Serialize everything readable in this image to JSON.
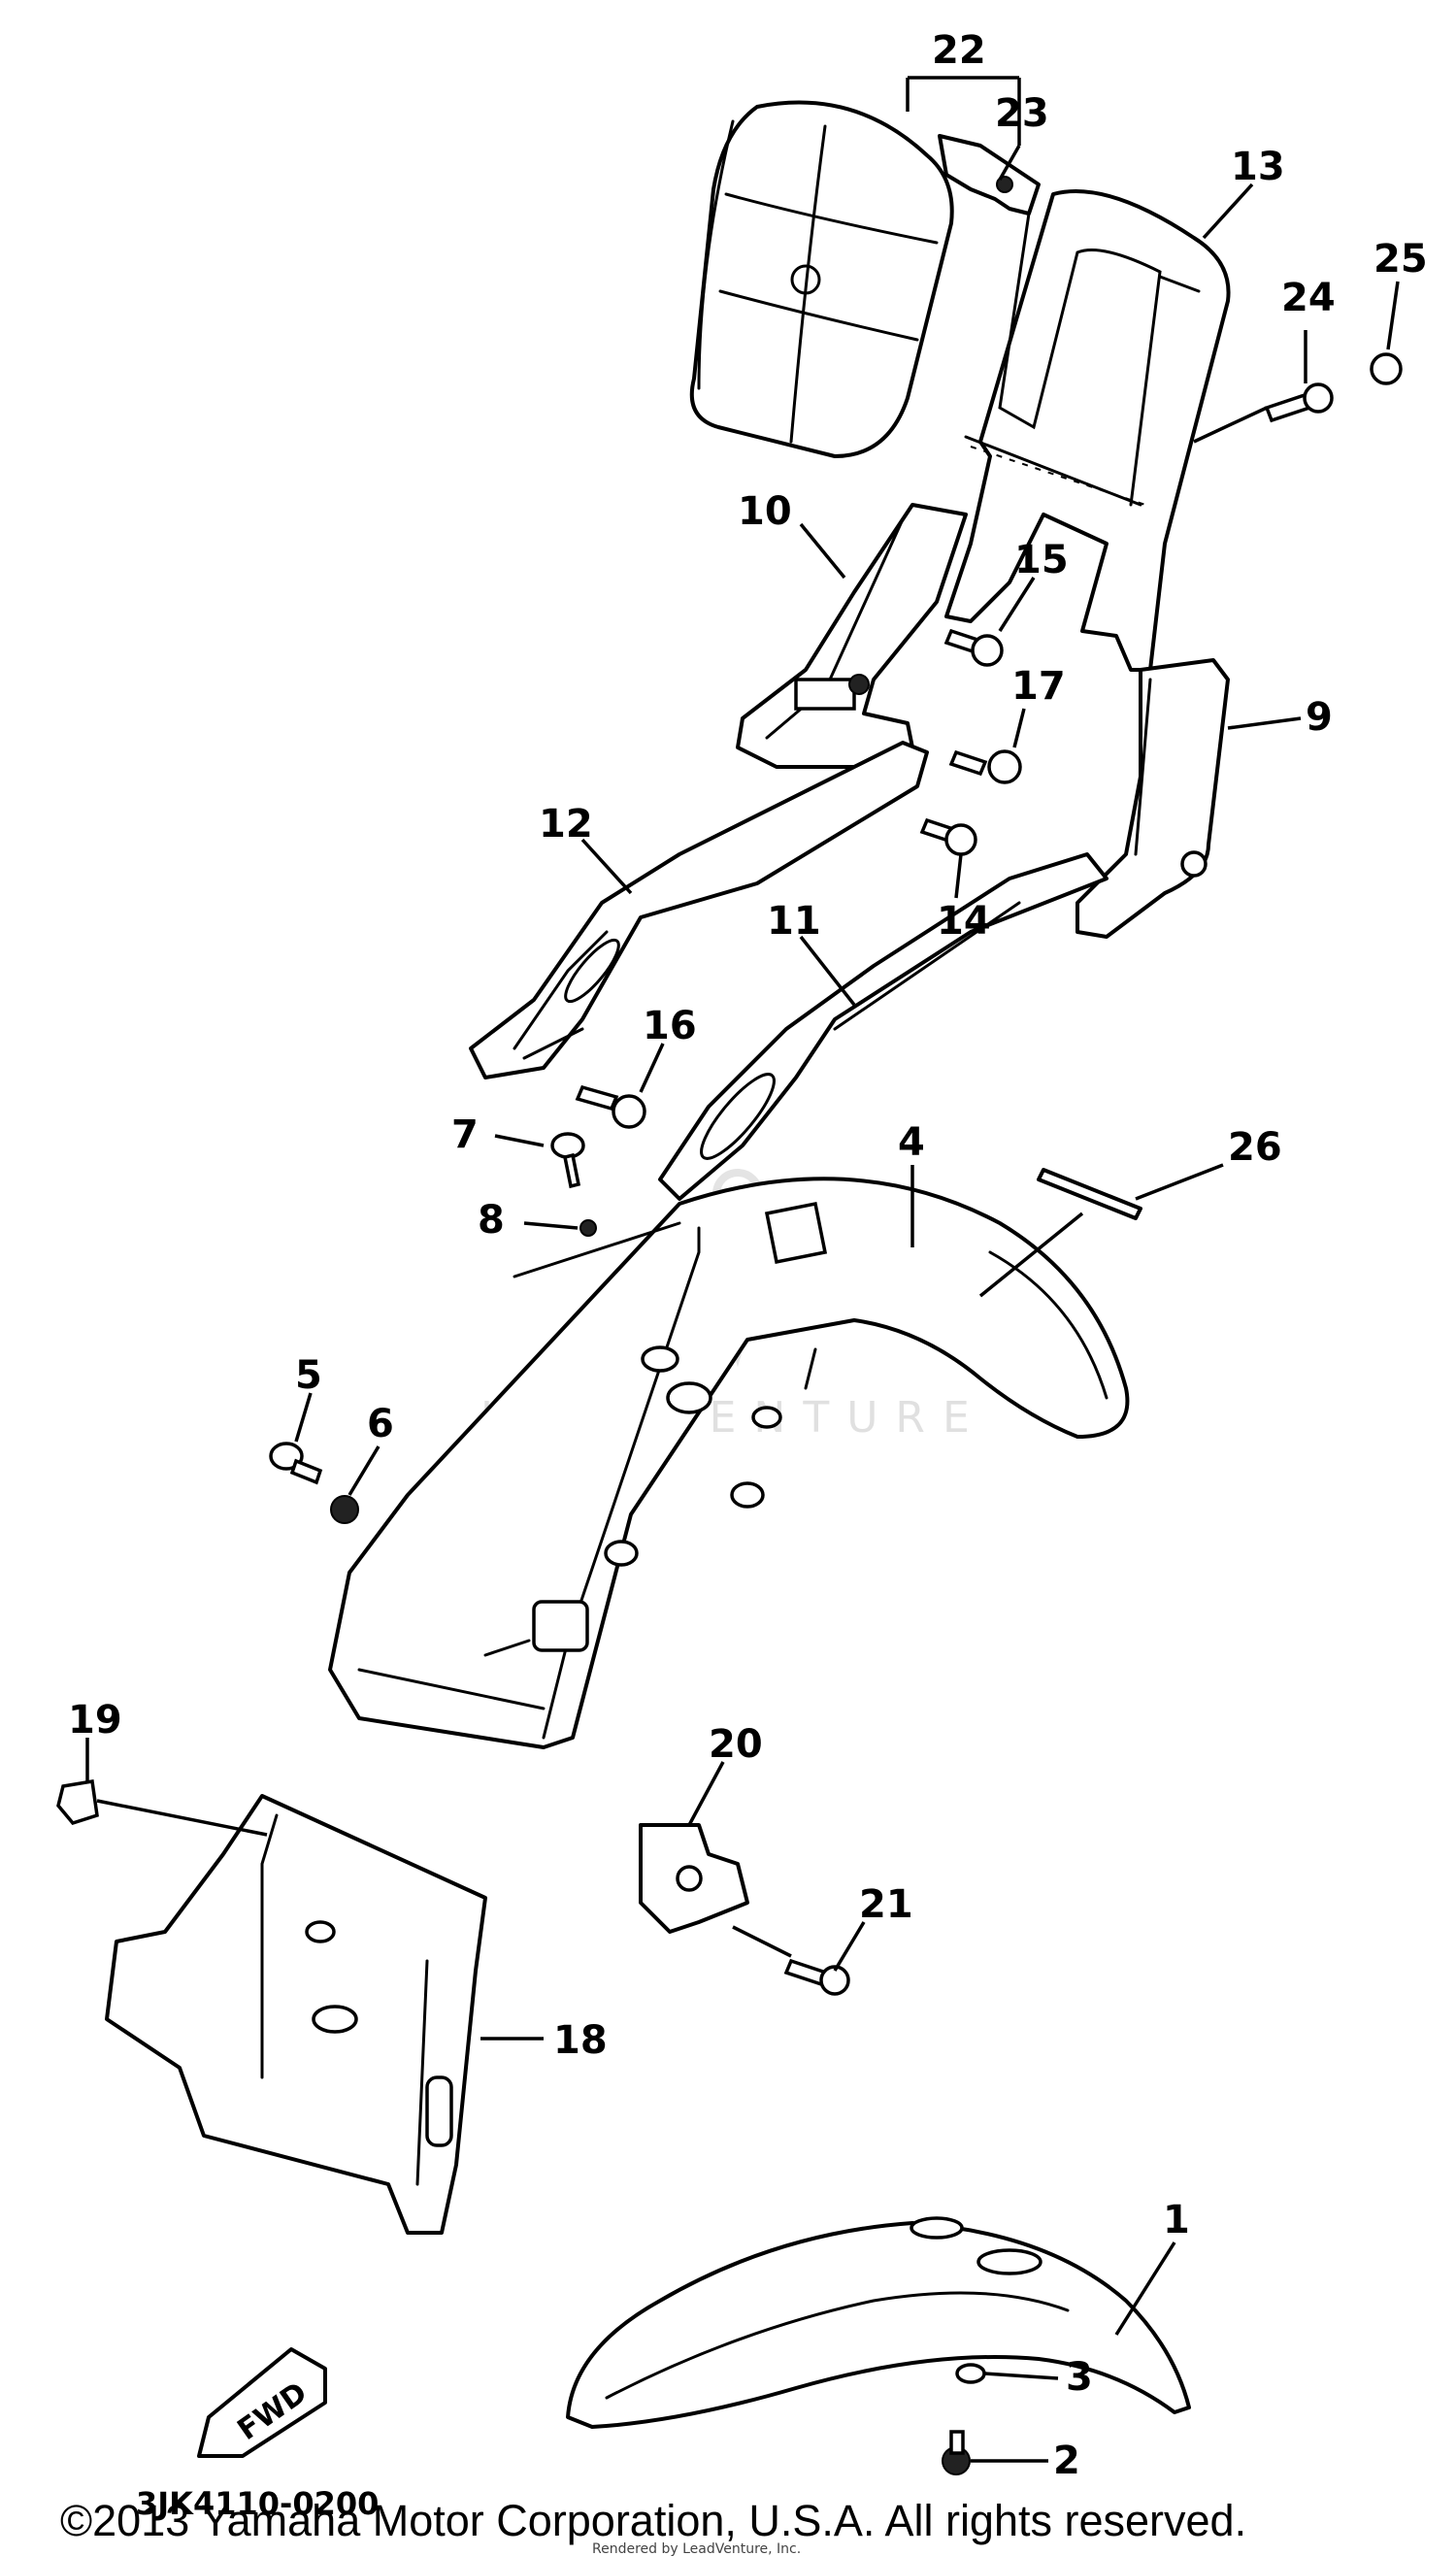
{
  "callouts": [
    "1",
    "2",
    "3",
    "4",
    "5",
    "6",
    "7",
    "8",
    "9",
    "10",
    "11",
    "12",
    "13",
    "14",
    "15",
    "16",
    "17",
    "18",
    "19",
    "20",
    "21",
    "22",
    "23",
    "24",
    "25",
    "26"
  ],
  "diagram_code": "3JK4110-0200",
  "fwd_label": "FWD",
  "watermark": "LEADVENTURE",
  "copyright": "©2013 Yamaha Motor Corporation, U.S.A. All rights reserved.",
  "credit": "Rendered by LeadVenture, Inc."
}
